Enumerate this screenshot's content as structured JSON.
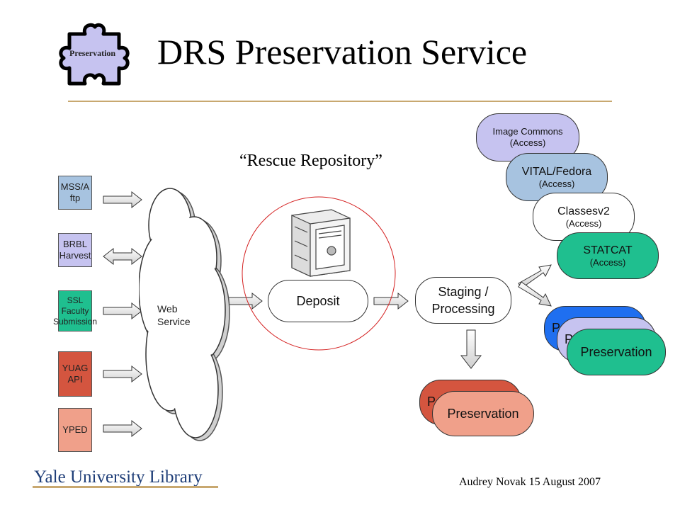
{
  "header": {
    "logo_text": "Preservation",
    "title": "DRS Preservation Service"
  },
  "diagram": {
    "rescue_label": "“Rescue Repository”",
    "sources": [
      {
        "label": "MSS/A\nftp",
        "color": "#a7c3e0"
      },
      {
        "label": "BRBL\nHarvest",
        "color": "#c6c3f0"
      },
      {
        "label": "SSL\nFaculty\nSubmission",
        "color": "#1fbf8f"
      },
      {
        "label": "YUAG\nAPI",
        "color": "#d4553f"
      },
      {
        "label": "YPED",
        "color": "#f0a08a"
      }
    ],
    "web_service_label": "Web\nService",
    "deposit_label": "Deposit",
    "staging_label": "Staging /\nProcessing",
    "access_nodes": [
      {
        "title": "Image Commons",
        "sub": "(Access)",
        "color": "#c6c3f0"
      },
      {
        "title": "VITAL/Fedora",
        "sub": "(Access)",
        "color": "#a7c3e0"
      },
      {
        "title": "Classesv2",
        "sub": "(Access)",
        "color": "#ffffff"
      },
      {
        "title": "STATCAT",
        "sub": "(Access)",
        "color": "#1fbf8f"
      }
    ],
    "preservation_right_label": "Preservation",
    "preservation_right_colors": [
      "#1f6ff0",
      "#c6c3f0",
      "#1fbf8f"
    ],
    "preservation_bottom_label": "Preservation",
    "preservation_bottom_colors": [
      "#d4553f",
      "#f0a08a"
    ],
    "truncated_letter": "P"
  },
  "footer": {
    "library": "Yale University Library",
    "credit": "Audrey Novak 15 August 2007"
  }
}
